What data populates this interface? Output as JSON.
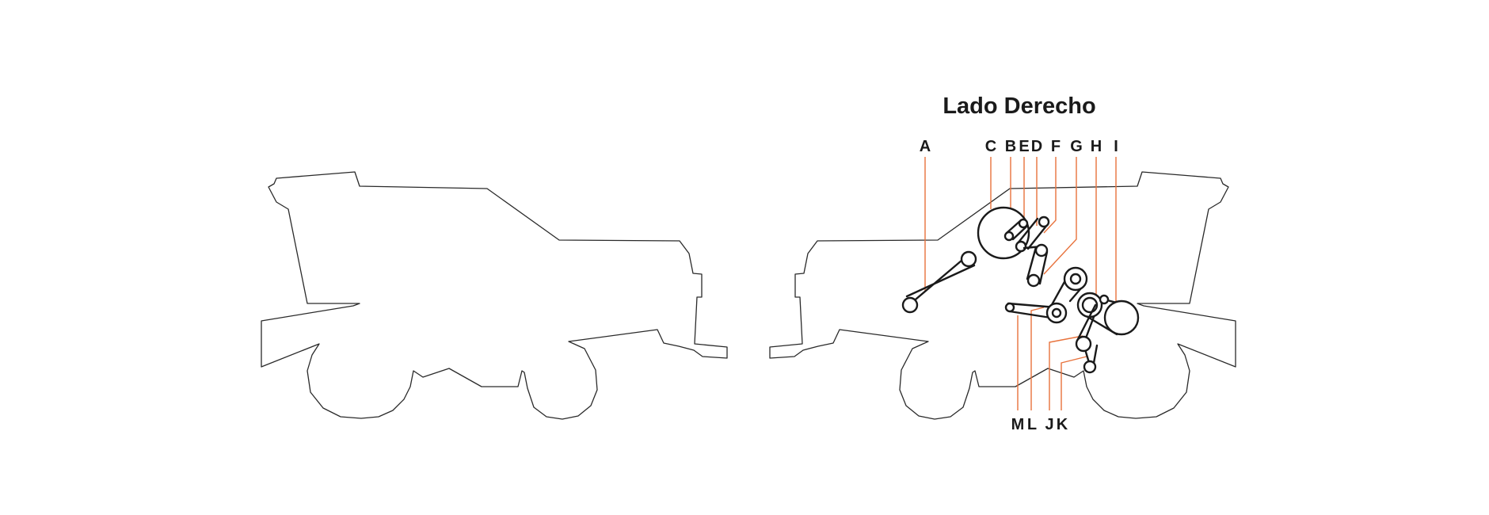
{
  "title": "Lado Derecho",
  "colors": {
    "leader": "#e8723c",
    "outline": "#2a2a2a",
    "belt": "#1a1a1a"
  },
  "callouts": {
    "top": [
      "A",
      "C",
      "B",
      "E",
      "D",
      "F",
      "G",
      "H",
      "I"
    ],
    "bottom": [
      "M",
      "L",
      "J",
      "K"
    ]
  }
}
